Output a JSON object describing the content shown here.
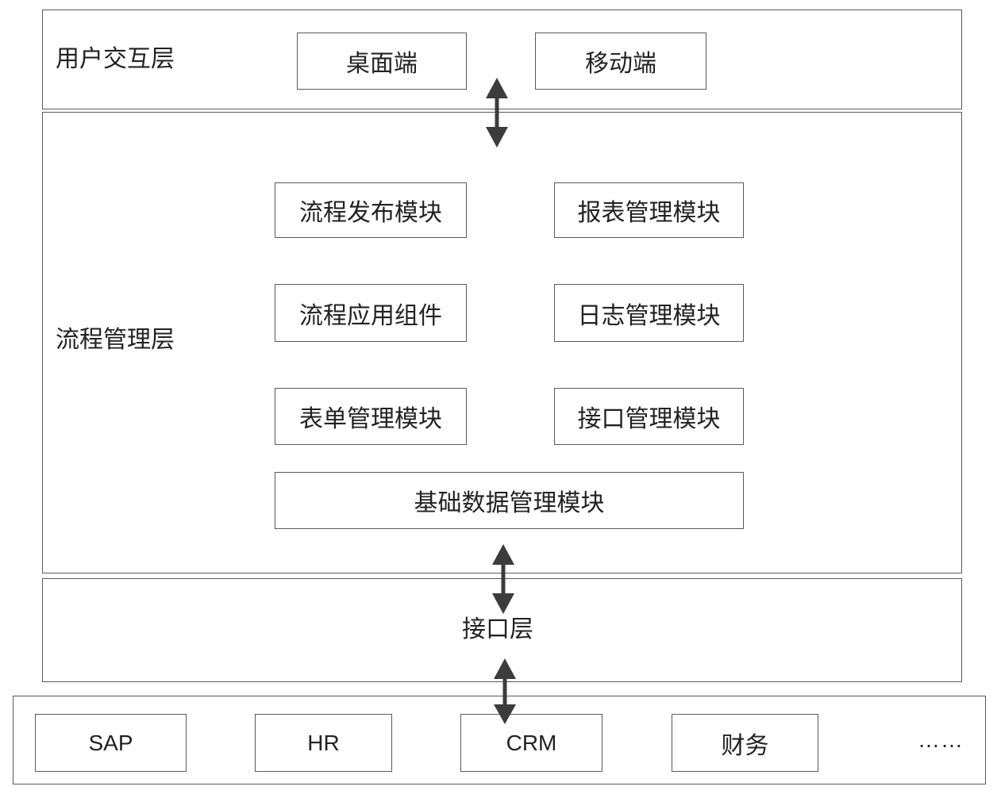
{
  "layers": {
    "user_interaction": {
      "label": "用户交互层",
      "modules": [
        "桌面端",
        "移动端"
      ]
    },
    "process_management": {
      "label": "流程管理层",
      "modules": [
        "流程发布模块",
        "报表管理模块",
        "流程应用组件",
        "日志管理模块",
        "表单管理模块",
        "接口管理模块",
        "基础数据管理模块"
      ]
    },
    "interface": {
      "label": "接口层"
    },
    "external_systems": {
      "items": [
        "SAP",
        "HR",
        "CRM",
        "财务"
      ],
      "more": "……"
    }
  },
  "colors": {
    "border": "#5a5a5a",
    "arrow": "#3c3c3c",
    "text": "#222222"
  }
}
